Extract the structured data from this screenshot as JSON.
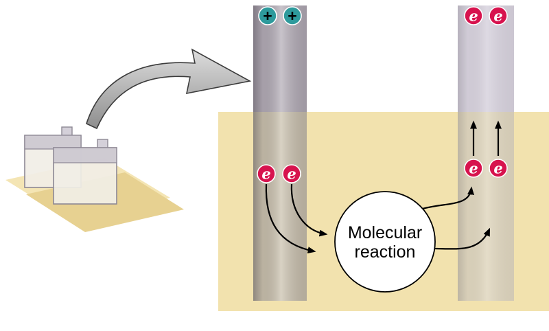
{
  "figure": {
    "description": "Battery electrodes in electrolyte with molecular reaction moving electrons from positive terminal side to negative terminal side"
  },
  "reaction": {
    "line1": "Molecular",
    "line2": "reaction"
  },
  "left_electrode": {
    "terminal_ions": [
      "+",
      "+"
    ],
    "released_electrons": [
      "e",
      "e"
    ]
  },
  "right_electrode": {
    "terminal_electrons": [
      "e",
      "e"
    ],
    "arriving_electrons": [
      "e",
      "e"
    ]
  },
  "colors": {
    "background": "#ffffff",
    "electrolyte": "#f2e2ae",
    "surface_light": "#f4e5b4",
    "surface_shadow": "#e7d191",
    "electrode_left_dry": "#b2abb5",
    "electrode_left_wet": "#c9c0ac",
    "electrode_right_dry": "#d8d3de",
    "electrode_right_wet": "#e0d7bf",
    "positive_ion": "#2e9a9c",
    "electron": "#d7134e",
    "ion_text": "#000000",
    "electron_text": "#ffffff",
    "reaction_fill": "#ffffff",
    "reaction_stroke": "#000000",
    "flow_arrow": "#000000",
    "battery_body": "#f1eee6",
    "battery_top": "#ccc8d1",
    "battery_terminal": "#d4d0d9",
    "battery_stroke": "#8d8894",
    "big_arrow_light": "#dddddd",
    "big_arrow_dark": "#8e8e8e",
    "big_arrow_stroke": "#3c3c3c"
  }
}
